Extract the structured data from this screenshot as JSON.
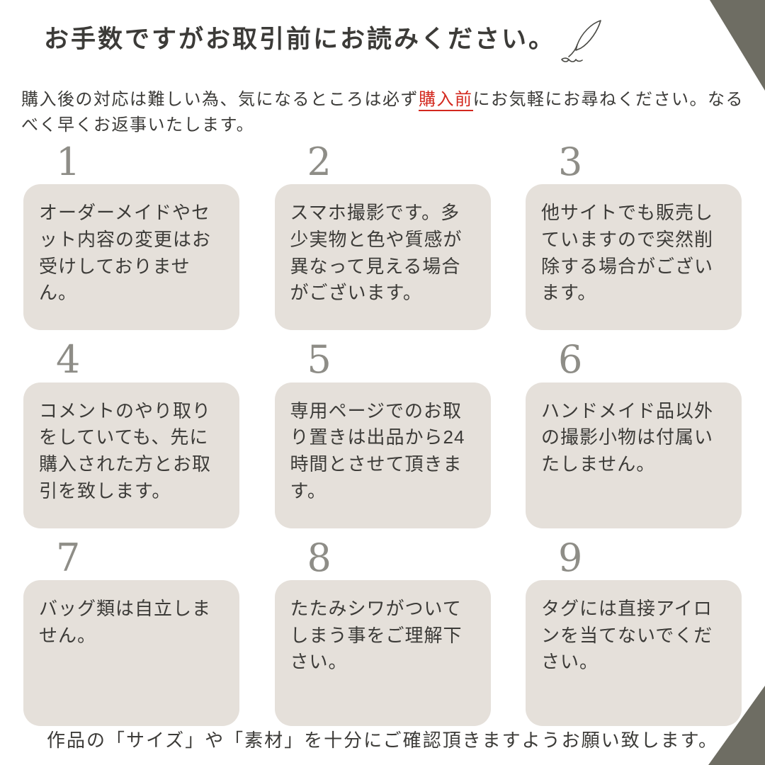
{
  "header": {
    "title": "お手数ですがお取引前にお読みください。"
  },
  "icons": {
    "quill_pen": "quill-pen"
  },
  "intro": {
    "before": "購入後の対応は難しい為、気になるところは必ず",
    "link": "購入前",
    "after": "にお気軽にお尋ねください。なるべく早くお返事いたします。"
  },
  "cards": [
    {
      "number": "1",
      "text": "オーダーメイドやセット内容の変更はお受けしておりません。"
    },
    {
      "number": "2",
      "text": "スマホ撮影です。多少実物と色や質感が異なって見える場合がございます。"
    },
    {
      "number": "3",
      "text": "他サイトでも販売していますので突然削除する場合がございます。"
    },
    {
      "number": "4",
      "text": "コメントのやり取りをしていても、先に購入された方とお取引を致します。"
    },
    {
      "number": "5",
      "text": "専用ページでのお取り置きは出品から24時間とさせて頂きます。"
    },
    {
      "number": "6",
      "text": "ハンドメイド品以外の撮影小物は付属いたしません。"
    },
    {
      "number": "7",
      "text": "バッグ類は自立しません。"
    },
    {
      "number": "8",
      "text": "たたみシワがついてしまう事をご理解下さい。"
    },
    {
      "number": "9",
      "text": "タグには直接アイロンを当てないでください。"
    }
  ],
  "footer": {
    "text": "作品の「サイズ」や「素材」を十分にご確認頂きますようお願い致します。"
  },
  "colors": {
    "card_background": "#e5e0da",
    "number_gray": "#8e8d87",
    "text_dark": "#3c3b38",
    "link_red": "#d3281e",
    "corner_triangle": "#6e6d63"
  }
}
